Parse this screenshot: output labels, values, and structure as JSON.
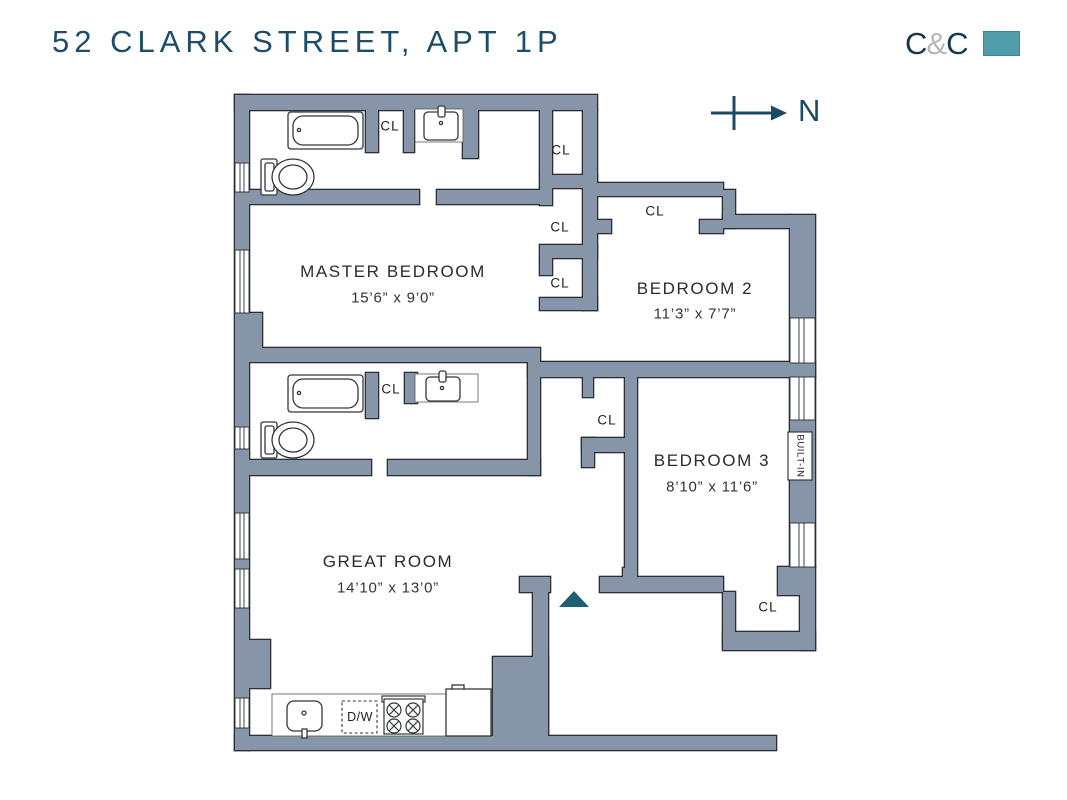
{
  "header": {
    "title": "52 CLARK STREET, APT 1P"
  },
  "logo": {
    "c1": "C",
    "amp": "&",
    "c2": "C",
    "accent_color": "#4F9DAB",
    "navy_color": "#14384E"
  },
  "compass": {
    "north_label": "N"
  },
  "colors": {
    "wall": "#8795A8",
    "outline": "#2A2F35",
    "title_navy": "#1D4D68",
    "entry_marker_teal": "#1F5F74"
  },
  "rooms": [
    {
      "name": "MASTER BEDROOM",
      "dims": "15’6” x 9’0”"
    },
    {
      "name": "BEDROOM 2",
      "dims": "11’3” x 7’7”"
    },
    {
      "name": "BEDROOM 3",
      "dims": "8’10” x 11’6”"
    },
    {
      "name": "GREAT ROOM",
      "dims": "14’10” x 13’0”"
    }
  ],
  "labels": {
    "closet": "CL",
    "dishwasher": "D/W",
    "built_in": "BUILT-IN"
  }
}
